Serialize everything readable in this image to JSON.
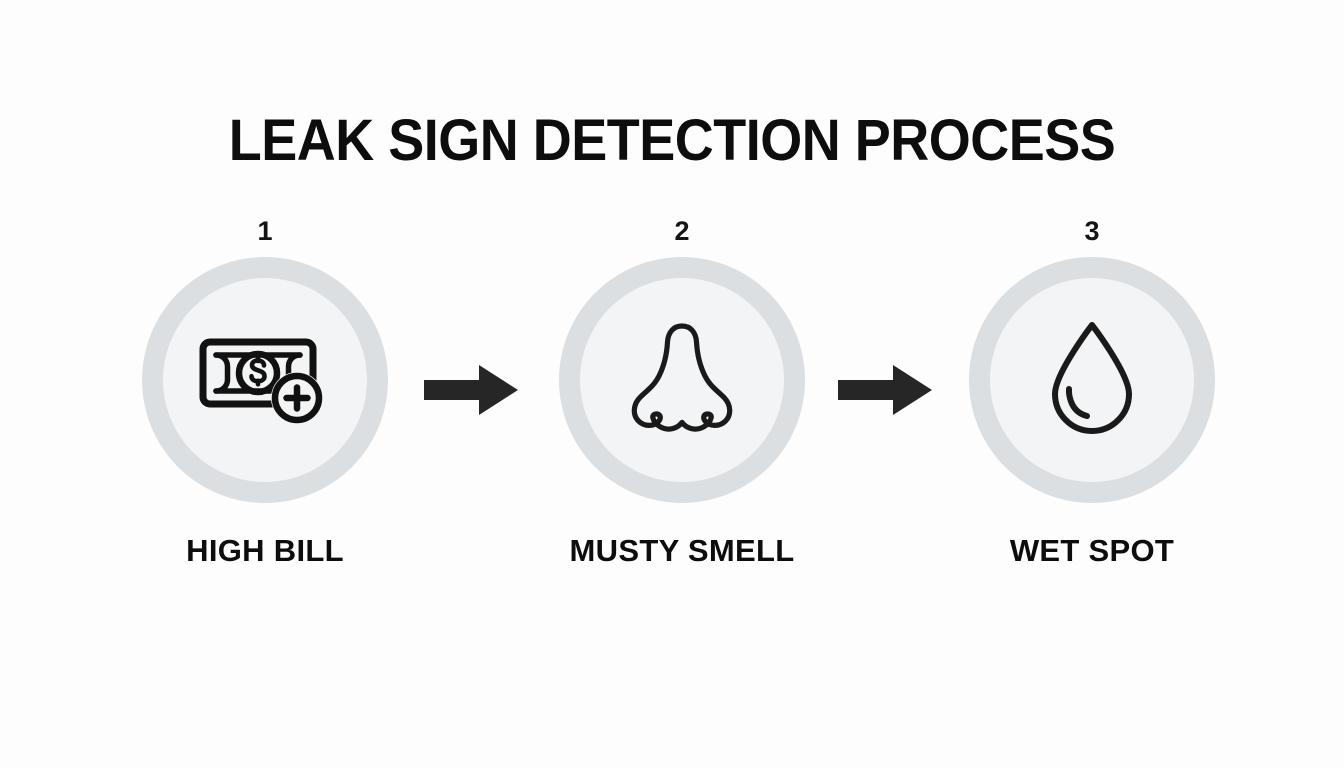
{
  "page": {
    "title": "LEAK SIGN DETECTION PROCESS",
    "background_color": "#fdfdfd",
    "text_color": "#0d0d0d",
    "ring_color": "#dcdfe2",
    "circle_fill_color": "#f3f4f5",
    "arrow_color": "#262626"
  },
  "steps": [
    {
      "number": "1",
      "label": "HIGH BILL",
      "icon": "money-bill-plus-icon"
    },
    {
      "number": "2",
      "label": "MUSTY SMELL",
      "icon": "nose-icon"
    },
    {
      "number": "3",
      "label": "WET SPOT",
      "icon": "water-droplet-icon"
    }
  ],
  "connectors": [
    {
      "icon": "arrow-right-icon"
    },
    {
      "icon": "arrow-right-icon"
    }
  ]
}
